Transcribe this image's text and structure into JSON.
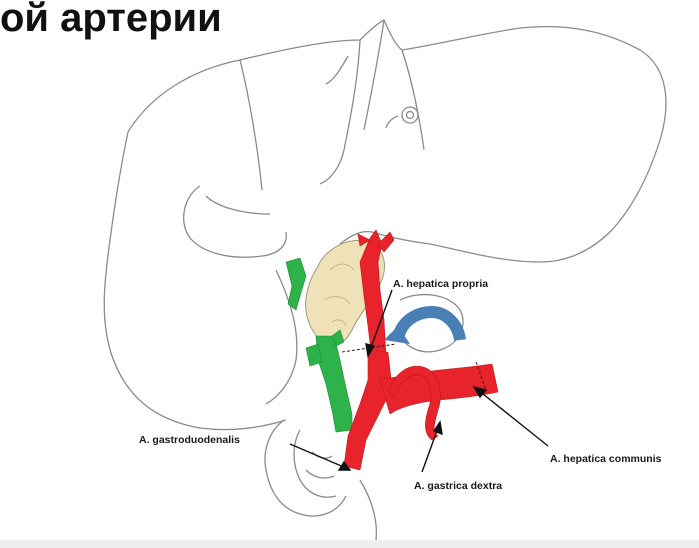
{
  "slide": {
    "title": "ой артерии"
  },
  "diagram": {
    "labels": {
      "hepatica_propria": "A. hepatica propria",
      "gastroduodenalis": "A. gastroduodenalis",
      "gastrica_dextra": "A. gastrica dextra",
      "hepatica_communis": "A. hepatica communis"
    },
    "colors": {
      "artery": "#e8232b",
      "duct": "#2db34a",
      "pancreas": "#efe2b8",
      "rotation_arrow": "#4a7fb5",
      "outline": "#8a8a8a"
    }
  }
}
